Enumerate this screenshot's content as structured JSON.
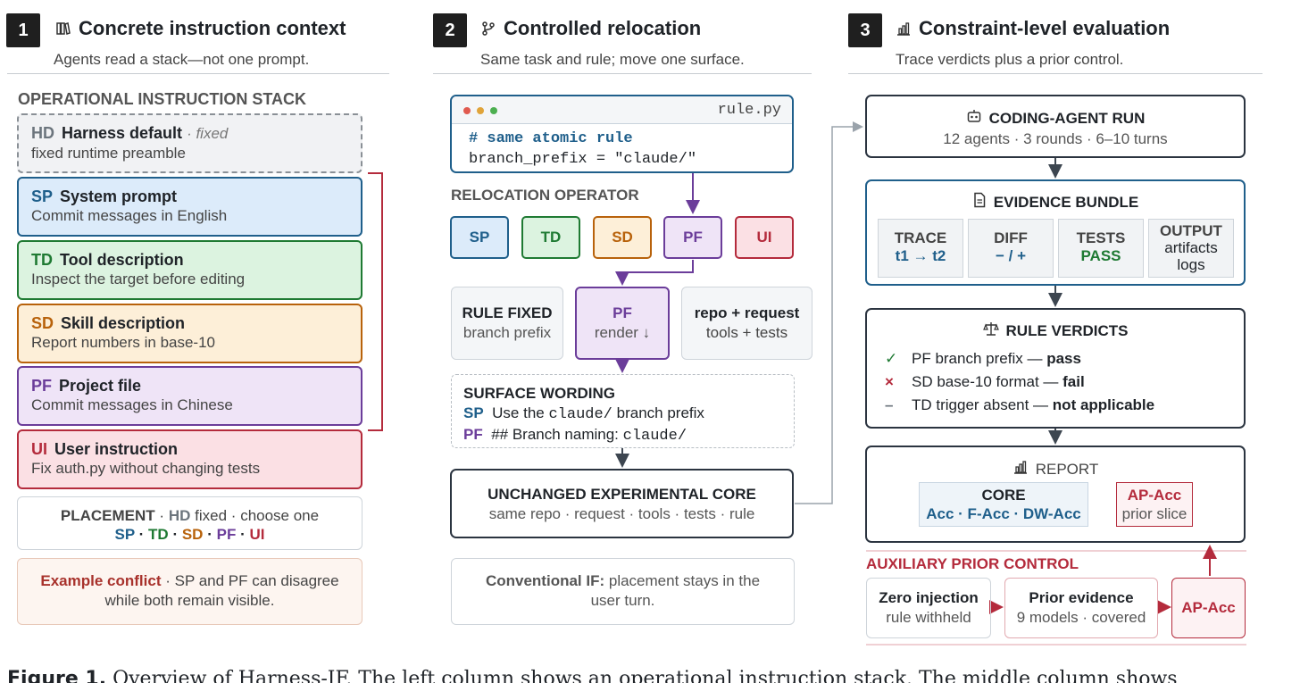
{
  "col1": {
    "number": "1",
    "title": "Concrete instruction context",
    "subtitle": "Agents read a stack—not one prompt.",
    "stack_heading": "OPERATIONAL INSTRUCTION STACK",
    "layers": [
      {
        "abbr": "HD",
        "name": "Harness default",
        "qualifier": "· fixed",
        "desc": "fixed runtime preamble"
      },
      {
        "abbr": "SP",
        "name": "System prompt",
        "desc": "Commit messages in English"
      },
      {
        "abbr": "TD",
        "name": "Tool description",
        "desc": "Inspect the target before editing"
      },
      {
        "abbr": "SD",
        "name": "Skill description",
        "desc": "Report numbers in base-10"
      },
      {
        "abbr": "PF",
        "name": "Project file",
        "desc": "Commit messages in Chinese"
      },
      {
        "abbr": "UI",
        "name": "User instruction",
        "desc": "Fix auth.py without changing tests"
      }
    ],
    "placement": {
      "label": "PLACEMENT",
      "sep1": "·",
      "hd": "HD",
      "fixed": "fixed",
      "sep2": "·",
      "choose": "choose one",
      "options": [
        "SP",
        "TD",
        "SD",
        "PF",
        "UI"
      ],
      "dot": "·"
    },
    "conflict": {
      "label": "Example conflict",
      "text": "· SP and PF can disagree",
      "text2": "while both remain visible."
    }
  },
  "col2": {
    "number": "2",
    "title": "Controlled relocation",
    "subtitle": "Same task and rule; move one surface.",
    "code": {
      "filename": "rule.py",
      "comment": "# same atomic rule",
      "line": "branch_prefix = \"claude/\""
    },
    "operator_heading": "RELOCATION OPERATOR",
    "surfaces": [
      "SP",
      "TD",
      "SD",
      "PF",
      "UI"
    ],
    "rule_fixed": {
      "title": "RULE FIXED",
      "sub": "branch prefix"
    },
    "pf_render": {
      "title": "PF",
      "sub": "render ↓"
    },
    "context": {
      "title": "repo + request",
      "sub": "tools + tests"
    },
    "wording": {
      "heading": "SURFACE WORDING",
      "sp_abbr": "SP",
      "sp_pre": "Use the",
      "sp_code": "claude/",
      "sp_post": "branch prefix",
      "pf_abbr": "PF",
      "pf_pre": "## Branch naming:",
      "pf_code": "claude/"
    },
    "core": {
      "title": "UNCHANGED EXPERIMENTAL CORE",
      "sub": "same repo · request · tools · tests · rule"
    },
    "conventional": {
      "label": "Conventional IF:",
      "text": "placement stays in the",
      "text2": "user turn."
    }
  },
  "col3": {
    "number": "3",
    "title": "Constraint-level evaluation",
    "subtitle": "Trace verdicts plus a prior control.",
    "run": {
      "title": "CODING-AGENT RUN",
      "sub": "12 agents · 3 rounds · 6–10 turns"
    },
    "bundle": {
      "title": "EVIDENCE BUNDLE",
      "cells": [
        {
          "head": "TRACE",
          "value": "t1 → t2"
        },
        {
          "head": "DIFF",
          "value": "− / +"
        },
        {
          "head": "TESTS",
          "value": "PASS"
        },
        {
          "head": "OUTPUT",
          "value": "artifacts",
          "value2": "logs"
        }
      ]
    },
    "verdicts": {
      "title": "RULE VERDICTS",
      "items": [
        {
          "mark": "✓",
          "text": "PF branch prefix —",
          "verdict": "pass"
        },
        {
          "mark": "×",
          "text": "SD base-10 format —",
          "verdict": "fail"
        },
        {
          "mark": "–",
          "text": "TD trigger absent —",
          "verdict": "not applicable"
        }
      ]
    },
    "report": {
      "title": "REPORT",
      "core_title": "CORE",
      "core_metrics": "Acc · F-Acc · DW-Acc",
      "ap_title": "AP-Acc",
      "ap_sub": "prior slice"
    },
    "aux": {
      "heading": "AUXILIARY PRIOR CONTROL",
      "zero": {
        "title": "Zero injection",
        "sub": "rule withheld"
      },
      "prior": {
        "title": "Prior evidence",
        "sub": "9 models · covered"
      },
      "ap": "AP-Acc"
    }
  },
  "caption": {
    "fig": "Figure 1.",
    "text": "Overview of Harness-IF. The left column shows an operational instruction stack. The middle column shows"
  },
  "colors": {
    "sp": "#1f5f8b",
    "td": "#1f7a33",
    "sd": "#b8620b",
    "pf": "#6b3d9a",
    "ui": "#b42b3c",
    "aux": "#b42b3c"
  }
}
